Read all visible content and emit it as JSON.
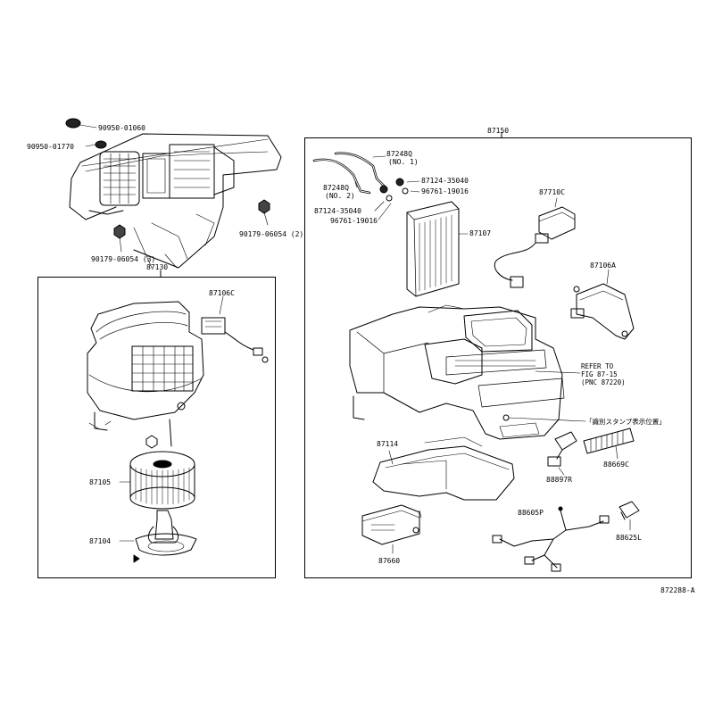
{
  "diagram": {
    "code": "872288-A",
    "stamp_note": "「識別スタンプ表示位置」",
    "refer": {
      "line1": "REFER TO",
      "line2": "FIG 87-15",
      "line3": "(PNC 87220)"
    },
    "left_group": {
      "header": "87130",
      "parts": {
        "p87106c": "87106C",
        "p87105": "87105",
        "p87104": "87104"
      }
    },
    "right_group": {
      "header": "87150",
      "parts": {
        "p87248q1": "87248Q",
        "p87248q1_sub": "(NO. 1)",
        "p87248q2": "87248Q",
        "p87248q2_sub": "(NO. 2)",
        "p87124a": "87124-35040",
        "p87124b": "87124-35040",
        "p96761a": "96761-19016",
        "p96761b": "96761-19016",
        "p87107": "87107",
        "p87710c": "87710C",
        "p87106a": "87106A",
        "p87114": "87114",
        "p88897r": "88897R",
        "p88669c": "88669C",
        "p88605p": "88605P",
        "p88625l": "88625L",
        "p87660": "87660"
      }
    },
    "top_parts": {
      "p90950a": "90950-01060",
      "p90950b": "90950-01770",
      "p90179a": "90179-06054 (2)",
      "p90179b": "90179-06054 (3)"
    }
  }
}
